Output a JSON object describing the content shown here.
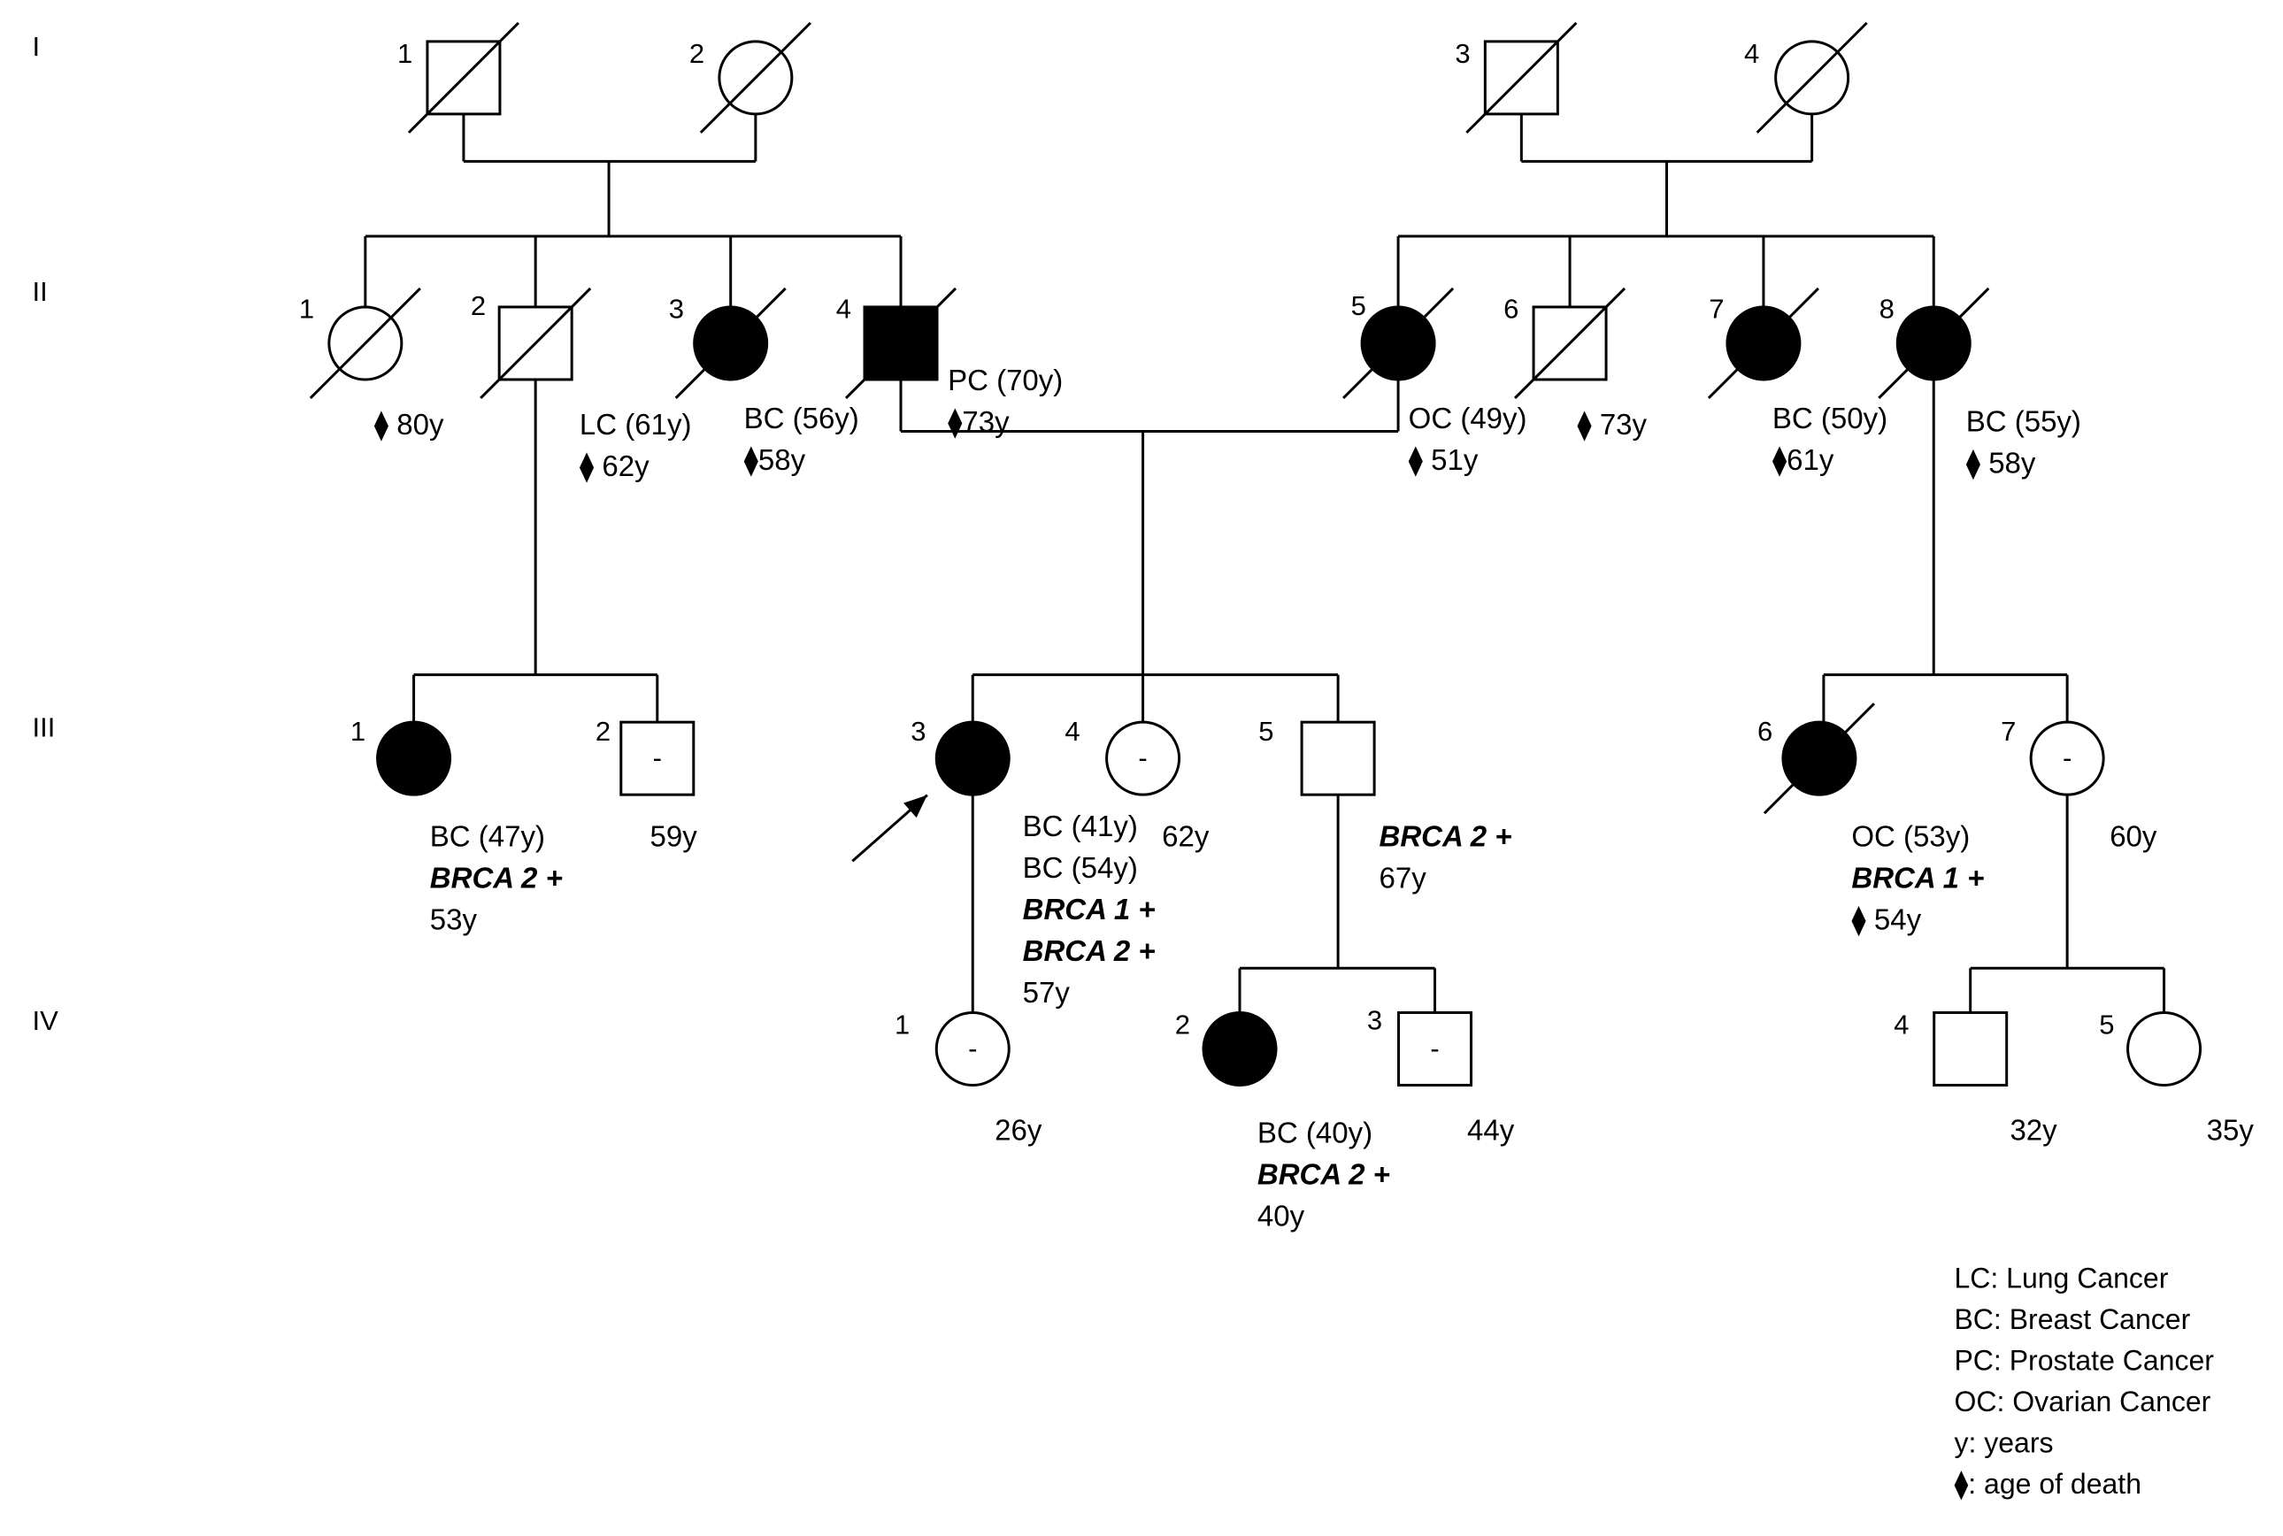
{
  "colors": {
    "affected": "#000000",
    "unaffected": "#ffffff",
    "line": "#000000"
  },
  "generations": [
    "I",
    "II",
    "III",
    "IV"
  ],
  "individuals": [
    {
      "id": "I-1",
      "num": "1",
      "sex": "male",
      "affected": false,
      "deceased": true,
      "symbol_text": "",
      "annotations": []
    },
    {
      "id": "I-2",
      "num": "2",
      "sex": "female",
      "affected": false,
      "deceased": true,
      "symbol_text": "",
      "annotations": []
    },
    {
      "id": "I-3",
      "num": "3",
      "sex": "male",
      "affected": false,
      "deceased": true,
      "symbol_text": "",
      "annotations": []
    },
    {
      "id": "I-4",
      "num": "4",
      "sex": "female",
      "affected": false,
      "deceased": true,
      "symbol_text": "",
      "annotations": []
    },
    {
      "id": "II-1",
      "num": "1",
      "sex": "female",
      "affected": false,
      "deceased": true,
      "symbol_text": "",
      "annotations": [
        {
          "text": "⧫ 80y",
          "bold": false
        }
      ]
    },
    {
      "id": "II-2",
      "num": "2",
      "sex": "male",
      "affected": false,
      "deceased": true,
      "symbol_text": "",
      "annotations": [
        {
          "text": "LC (61y)",
          "bold": false
        },
        {
          "text": "⧫ 62y",
          "bold": false
        }
      ]
    },
    {
      "id": "II-3",
      "num": "3",
      "sex": "female",
      "affected": true,
      "deceased": true,
      "symbol_text": "",
      "annotations": [
        {
          "text": "BC (56y)",
          "bold": false
        },
        {
          "text": "⧫58y",
          "bold": false
        }
      ]
    },
    {
      "id": "II-4",
      "num": "4",
      "sex": "male",
      "affected": true,
      "deceased": true,
      "symbol_text": "",
      "annotations": [
        {
          "text": "PC (70y)",
          "bold": false
        },
        {
          "text": "⧫73y",
          "bold": false
        }
      ]
    },
    {
      "id": "II-5",
      "num": "5",
      "sex": "female",
      "affected": true,
      "deceased": true,
      "symbol_text": "",
      "annotations": [
        {
          "text": "OC (49y)",
          "bold": false
        },
        {
          "text": "⧫ 51y",
          "bold": false
        }
      ]
    },
    {
      "id": "II-6",
      "num": "6",
      "sex": "male",
      "affected": false,
      "deceased": true,
      "symbol_text": "",
      "annotations": [
        {
          "text": "⧫ 73y",
          "bold": false
        }
      ]
    },
    {
      "id": "II-7",
      "num": "7",
      "sex": "female",
      "affected": true,
      "deceased": true,
      "symbol_text": "",
      "annotations": [
        {
          "text": "BC (50y)",
          "bold": false
        },
        {
          "text": "⧫61y",
          "bold": false
        }
      ]
    },
    {
      "id": "II-8",
      "num": "8",
      "sex": "female",
      "affected": true,
      "deceased": true,
      "symbol_text": "",
      "annotations": [
        {
          "text": "BC (55y)",
          "bold": false
        },
        {
          "text": "⧫ 58y",
          "bold": false
        }
      ]
    },
    {
      "id": "III-1",
      "num": "1",
      "sex": "female",
      "affected": true,
      "deceased": false,
      "symbol_text": "",
      "annotations": [
        {
          "text": "BC (47y)",
          "bold": false
        },
        {
          "text": "BRCA 2 +",
          "bold": true
        },
        {
          "text": "53y",
          "bold": false
        }
      ]
    },
    {
      "id": "III-2",
      "num": "2",
      "sex": "male",
      "affected": false,
      "deceased": false,
      "symbol_text": "-",
      "annotations": [
        {
          "text": "59y",
          "bold": false
        }
      ]
    },
    {
      "id": "III-3",
      "num": "3",
      "sex": "female",
      "affected": true,
      "deceased": false,
      "proband": true,
      "symbol_text": "",
      "annotations": [
        {
          "text": "BC (41y)",
          "bold": false
        },
        {
          "text": "BC (54y)",
          "bold": false
        },
        {
          "text": "BRCA 1 +",
          "bold": true
        },
        {
          "text": "BRCA 2 +",
          "bold": true
        },
        {
          "text": "57y",
          "bold": false
        }
      ]
    },
    {
      "id": "III-4",
      "num": "4",
      "sex": "female",
      "affected": false,
      "deceased": false,
      "symbol_text": "-",
      "annotations": [
        {
          "text": "62y",
          "bold": false
        }
      ]
    },
    {
      "id": "III-5",
      "num": "5",
      "sex": "male",
      "affected": false,
      "deceased": false,
      "symbol_text": "",
      "annotations": [
        {
          "text": "BRCA 2 +",
          "bold": true
        },
        {
          "text": "67y",
          "bold": false
        }
      ]
    },
    {
      "id": "III-6",
      "num": "6",
      "sex": "female",
      "affected": true,
      "deceased": true,
      "symbol_text": "",
      "annotations": [
        {
          "text": "OC (53y)",
          "bold": false
        },
        {
          "text": "BRCA 1 +",
          "bold": true
        },
        {
          "text": "⧫ 54y",
          "bold": false
        }
      ]
    },
    {
      "id": "III-7",
      "num": "7",
      "sex": "female",
      "affected": false,
      "deceased": false,
      "symbol_text": "-",
      "annotations": [
        {
          "text": "60y",
          "bold": false
        }
      ]
    },
    {
      "id": "IV-1",
      "num": "1",
      "sex": "female",
      "affected": false,
      "deceased": false,
      "symbol_text": "-",
      "annotations": [
        {
          "text": "26y",
          "bold": false
        }
      ]
    },
    {
      "id": "IV-2",
      "num": "2",
      "sex": "female",
      "affected": true,
      "deceased": false,
      "symbol_text": "",
      "annotations": [
        {
          "text": "BC (40y)",
          "bold": false
        },
        {
          "text": "BRCA 2 +",
          "bold": true
        },
        {
          "text": "40y",
          "bold": false
        }
      ]
    },
    {
      "id": "IV-3",
      "num": "3",
      "sex": "male",
      "affected": false,
      "deceased": false,
      "symbol_text": "-",
      "annotations": [
        {
          "text": "44y",
          "bold": false
        }
      ]
    },
    {
      "id": "IV-4",
      "num": "4",
      "sex": "male",
      "affected": false,
      "deceased": false,
      "symbol_text": "",
      "annotations": [
        {
          "text": "32y",
          "bold": false
        }
      ]
    },
    {
      "id": "IV-5",
      "num": "5",
      "sex": "female",
      "affected": false,
      "deceased": false,
      "symbol_text": "",
      "annotations": [
        {
          "text": "35y",
          "bold": false
        }
      ]
    }
  ],
  "legend": [
    "LC: Lung Cancer",
    "BC: Breast Cancer",
    "PC: Prostate Cancer",
    "OC: Ovarian Cancer",
    "y: years",
    "⧫: age of death"
  ]
}
